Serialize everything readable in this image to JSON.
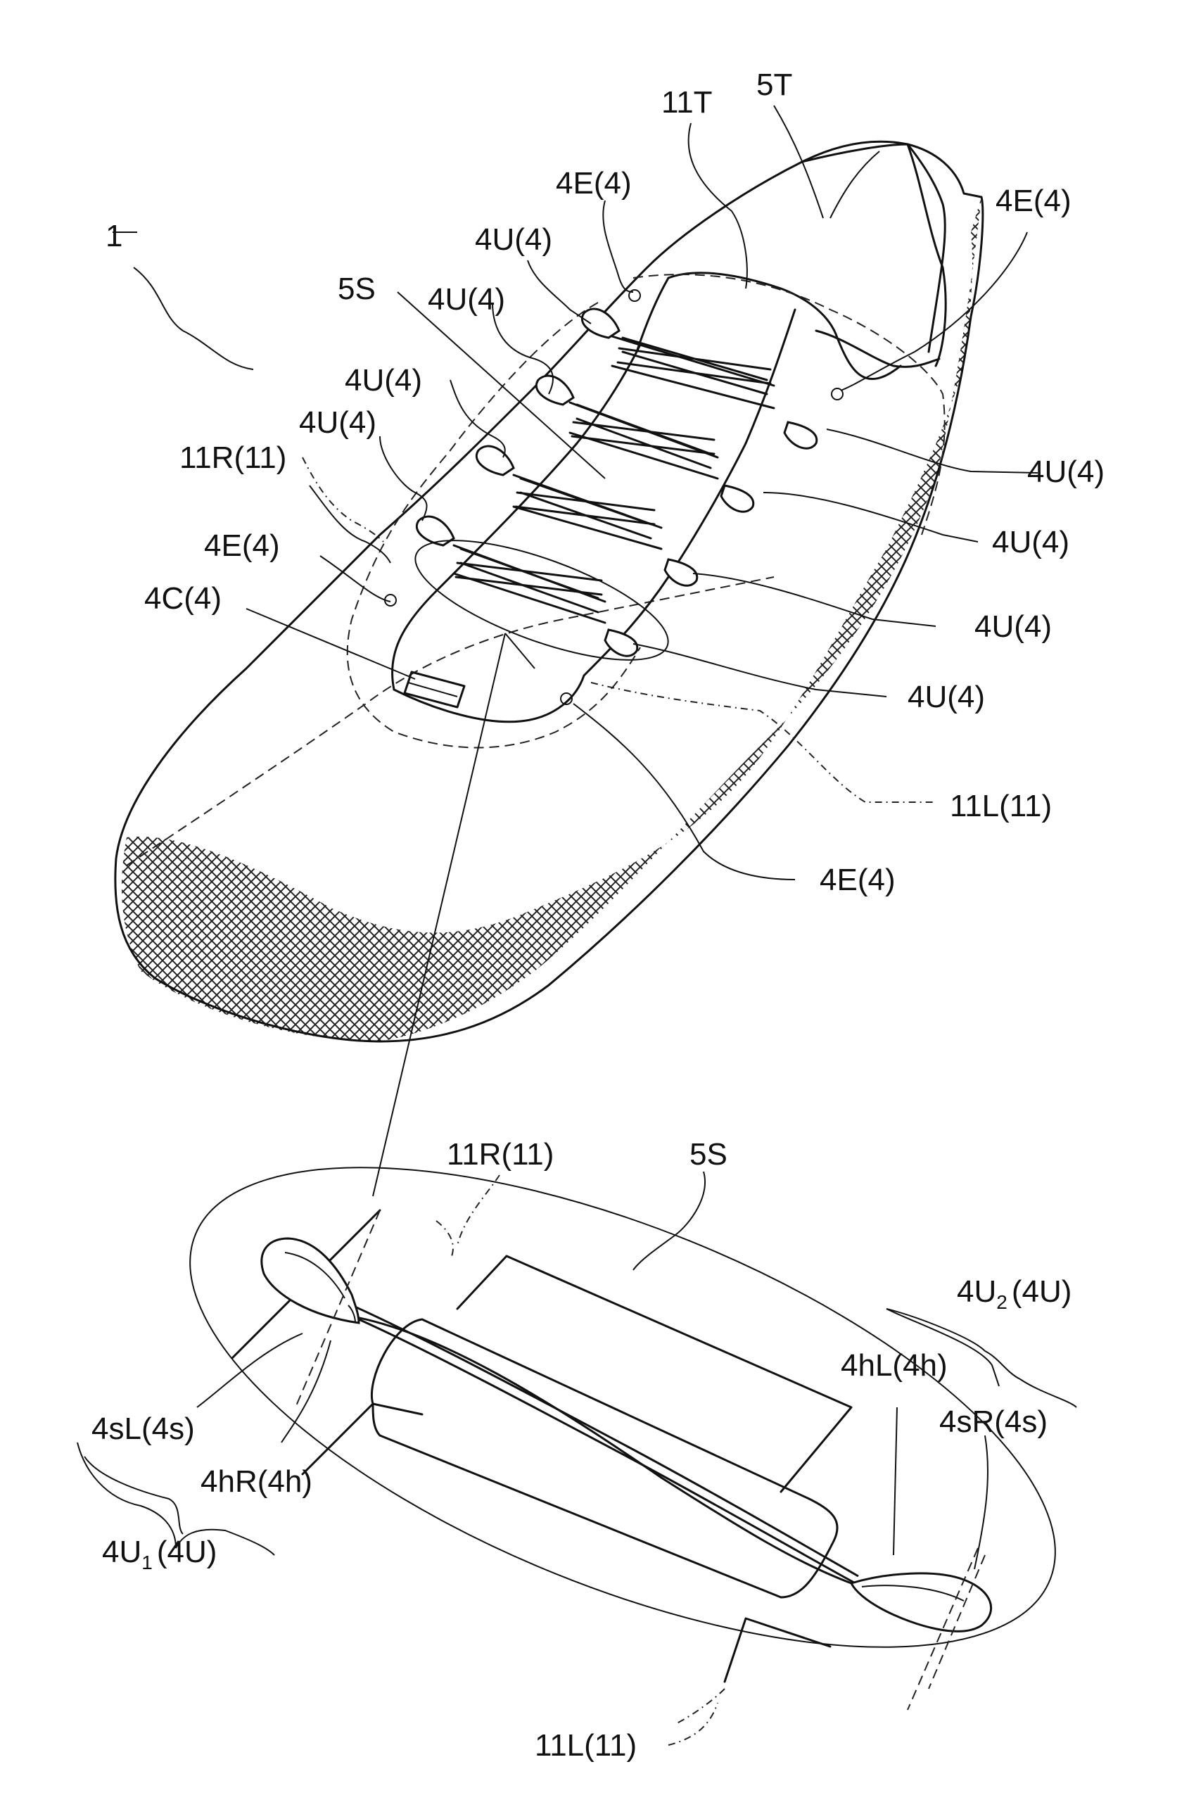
{
  "figure": {
    "labels": {
      "ref_1": "1",
      "l_11T": "11T",
      "l_5T": "5T",
      "l_4E_top_left": "4E(4)",
      "l_4E_top_right": "4E(4)",
      "l_4U_a": "4U(4)",
      "l_4U_b": "4U(4)",
      "l_5S_top": "5S",
      "l_4U_c": "4U(4)",
      "l_4U_d": "4U(4)",
      "l_11R_top": "11R(11)",
      "l_4E_left": "4E(4)",
      "l_4C": "4C(4)",
      "l_4U_r1": "4U(4)",
      "l_4U_r2": "4U(4)",
      "l_4U_r3": "4U(4)",
      "l_4U_r4": "4U(4)",
      "l_11L_top": "11L(11)",
      "l_4E_bottom": "4E(4)",
      "l_11R_bottom": "11R(11)",
      "l_5S_bottom": "5S",
      "l_4U2_main": "4U",
      "l_4U2_sub": "2",
      "l_4U2_paren": "(4U)",
      "l_4hL": "4hL(4h)",
      "l_4sR": "4sR(4s)",
      "l_4sL": "4sL(4s)",
      "l_4hR": "4hR(4h)",
      "l_4U1_main": "4U",
      "l_4U1_sub": "1",
      "l_4U1_paren": "(4U)",
      "l_11L_bottom": "11L(11)"
    }
  }
}
